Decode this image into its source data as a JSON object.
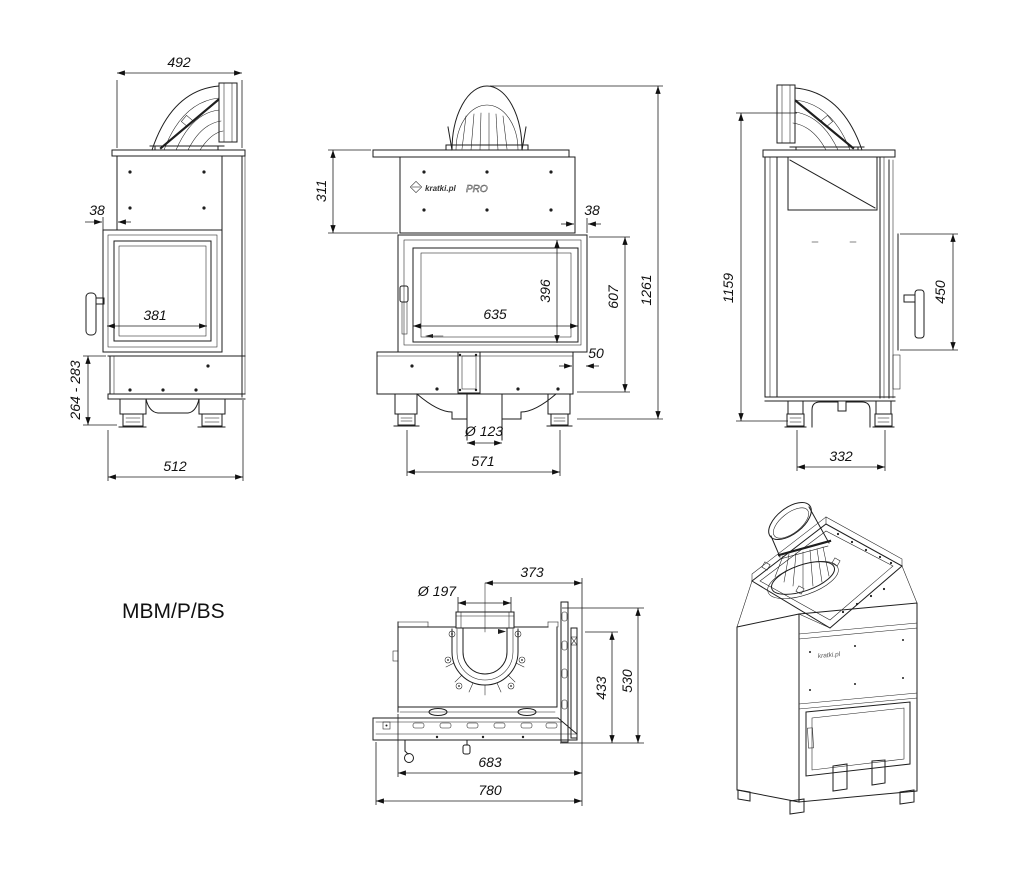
{
  "title": "MBM/P/BS",
  "logo": {
    "brand": "kratki.pl",
    "series": "PRO"
  },
  "views": {
    "left": {
      "top_width": "492",
      "front_offset": "38",
      "glass_width": "381",
      "base_height_range": "264 - 283",
      "bottom_width": "512"
    },
    "front": {
      "hood_height": "311",
      "side_offset": "38",
      "glass_width": "635",
      "glass_height": "396",
      "door_body_height": "607",
      "total_height": "1261",
      "base_offset": "50",
      "air_inlet_diameter": "Ø 123",
      "leg_spacing": "571"
    },
    "right": {
      "total_height": "1159",
      "door_height": "450",
      "leg_spacing": "332"
    },
    "rear": {
      "collar_diameter": "Ø 197",
      "collar_center_offset": "373",
      "inner_depth": "433",
      "total_depth": "530",
      "inner_width": "683",
      "total_width": "780"
    }
  }
}
